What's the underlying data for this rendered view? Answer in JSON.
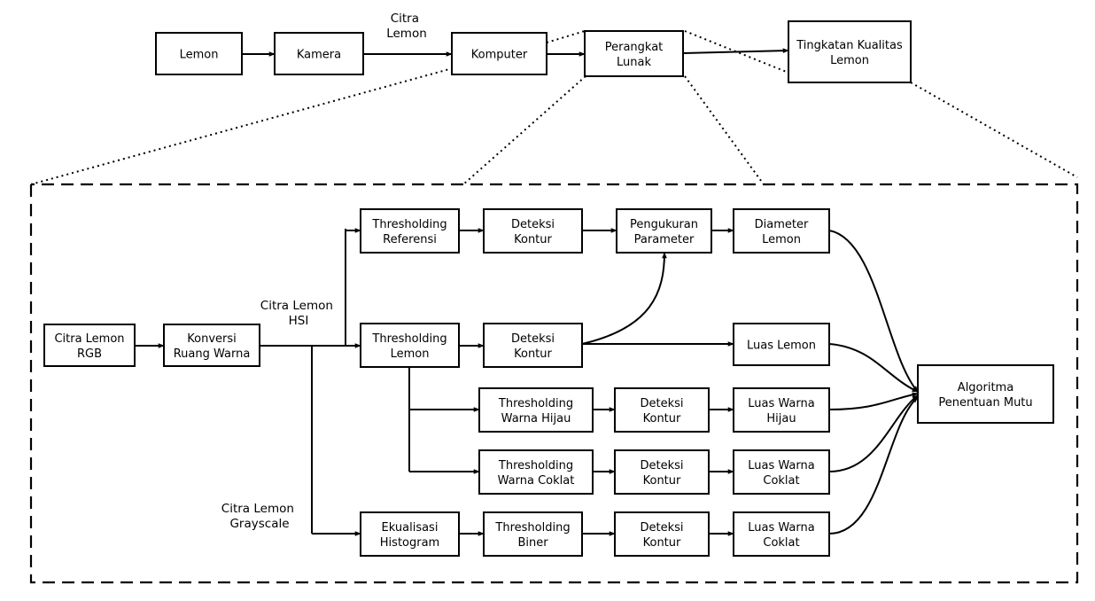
{
  "nodes": {
    "lemon": [
      "Lemon"
    ],
    "kamera": [
      "Kamera"
    ],
    "komputer": [
      "Komputer"
    ],
    "perangkat_lunak": [
      "Perangkat",
      "Lunak"
    ],
    "tingkatan_kualitas": [
      "Tingkatan Kualitas",
      "Lemon"
    ],
    "citra_rgb": [
      "Citra Lemon",
      "RGB"
    ],
    "konversi": [
      "Konversi",
      "Ruang Warna"
    ],
    "thresholding_referensi": [
      "Thresholding",
      "Referensi"
    ],
    "deteksi_kontur_1": [
      "Deteksi",
      "Kontur"
    ],
    "pengukuran_parameter": [
      "Pengukuran",
      "Parameter"
    ],
    "diameter_lemon": [
      "Diameter",
      "Lemon"
    ],
    "thresholding_lemon": [
      "Thresholding",
      "Lemon"
    ],
    "deteksi_kontur_2": [
      "Deteksi",
      "Kontur"
    ],
    "luas_lemon": [
      "Luas Lemon"
    ],
    "thresholding_hijau": [
      "Thresholding",
      "Warna Hijau"
    ],
    "deteksi_kontur_3": [
      "Deteksi",
      "Kontur"
    ],
    "luas_hijau": [
      "Luas Warna",
      "Hijau"
    ],
    "thresholding_coklat": [
      "Thresholding",
      "Warna Coklat"
    ],
    "deteksi_kontur_4": [
      "Deteksi",
      "Kontur"
    ],
    "luas_coklat_1": [
      "Luas Warna",
      "Coklat"
    ],
    "ekualisasi": [
      "Ekualisasi",
      "Histogram"
    ],
    "thresholding_biner": [
      "Thresholding",
      "Biner"
    ],
    "deteksi_kontur_5": [
      "Deteksi",
      "Kontur"
    ],
    "luas_coklat_2": [
      "Luas Warna",
      "Coklat"
    ],
    "algoritma": [
      "Algoritma",
      "Penentuan Mutu"
    ]
  },
  "labels": {
    "citra_lemon": [
      "Citra",
      "Lemon"
    ],
    "citra_hsi": [
      "Citra Lemon",
      "HSI"
    ],
    "citra_grayscale": [
      "Citra Lemon",
      "Grayscale"
    ]
  }
}
